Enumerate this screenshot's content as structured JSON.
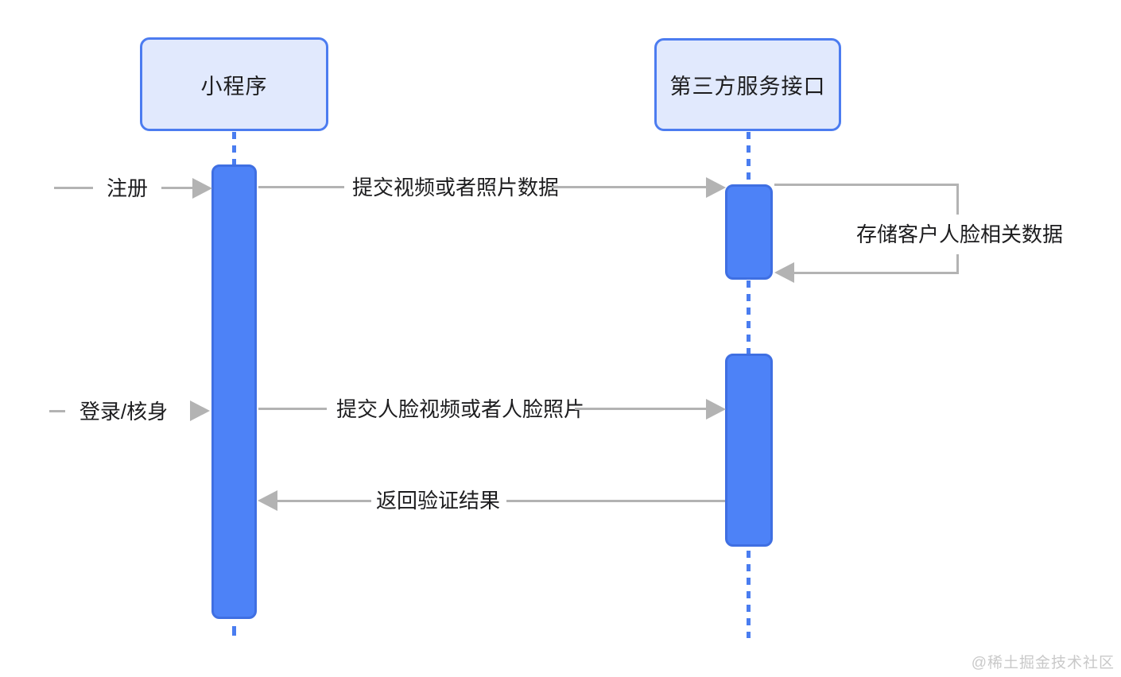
{
  "diagram": {
    "type": "sequence-diagram",
    "actors": [
      {
        "id": "mini-program",
        "label": "小程序"
      },
      {
        "id": "third-party-api",
        "label": "第三方服务接口"
      }
    ],
    "messages": [
      {
        "id": "register",
        "label": "注册",
        "from": "external",
        "to": "mini-program"
      },
      {
        "id": "submit-media",
        "label": "提交视频或者照片数据",
        "from": "mini-program",
        "to": "third-party-api"
      },
      {
        "id": "store-face-data",
        "label": "存储客户人脸相关数据",
        "from": "third-party-api",
        "to": "third-party-api"
      },
      {
        "id": "login-verify",
        "label": "登录/核身",
        "from": "external",
        "to": "mini-program"
      },
      {
        "id": "submit-face-media",
        "label": "提交人脸视频或者人脸照片",
        "from": "mini-program",
        "to": "third-party-api"
      },
      {
        "id": "return-result",
        "label": "返回验证结果",
        "from": "third-party-api",
        "to": "mini-program"
      }
    ],
    "colors": {
      "actor_fill": "#e1e9fd",
      "actor_border": "#4c7cf0",
      "activation_fill": "#4d82f7",
      "activation_border": "#3f6fe2",
      "lifeline": "#4a7df0",
      "arrow": "#b3b3b3",
      "text": "#1d1d1f",
      "watermark": "#c9c9c9"
    }
  },
  "watermark": {
    "text": "@稀土掘金技术社区"
  }
}
